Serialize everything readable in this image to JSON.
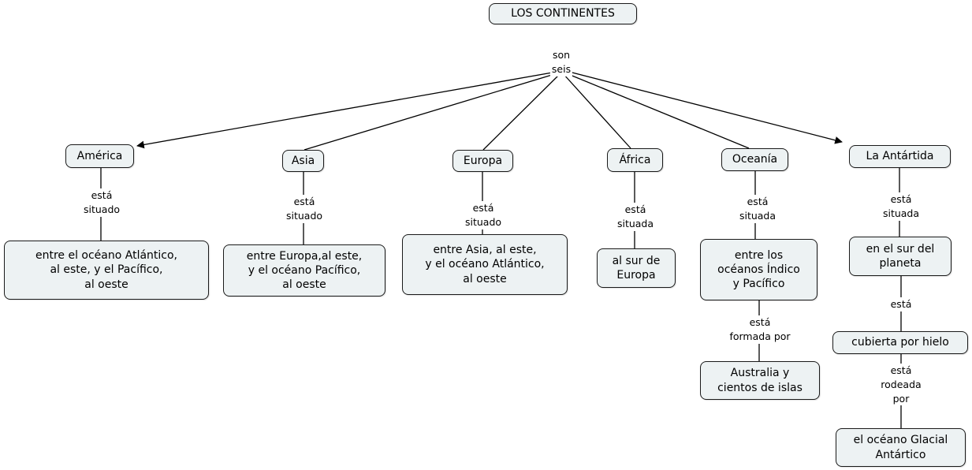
{
  "map": {
    "root": "LOS CONTINENTES",
    "root_phrase": "son\nseis",
    "branches": [
      {
        "name": "América",
        "phrase1": "está\nsituado",
        "concept1": "entre el océano Atlántico,\nal este, y el Pacífico,\nal oeste"
      },
      {
        "name": "Asia",
        "phrase1": "está\nsituado",
        "concept1": "entre Europa,al este,\ny el océano Pacífico,\nal oeste"
      },
      {
        "name": "Europa",
        "phrase1": "está\nsituado",
        "concept1": "entre Asia, al este,\ny el océano Atlántico,\nal oeste"
      },
      {
        "name": "África",
        "phrase1": "está\nsituada",
        "concept1": "al sur de\nEuropa"
      },
      {
        "name": "Oceanía",
        "phrase1": "está\nsituada",
        "concept1": "entre los\nocéanos Índico\ny Pacífico",
        "phrase2": "está\nformada por",
        "concept2": "Australia y\ncientos de islas"
      },
      {
        "name": "La Antártida",
        "phrase1": "está\nsituada",
        "concept1": "en el sur del\nplaneta",
        "phrase2": "está",
        "concept2": "cubierta por hielo",
        "phrase3": "está\nrodeada\npor",
        "concept3": "el océano Glacial\nAntártico"
      }
    ],
    "colors": {
      "node_fill": "#edf2f3",
      "node_border": "#1a1a1a",
      "line": "#000000",
      "background": "#ffffff"
    }
  }
}
